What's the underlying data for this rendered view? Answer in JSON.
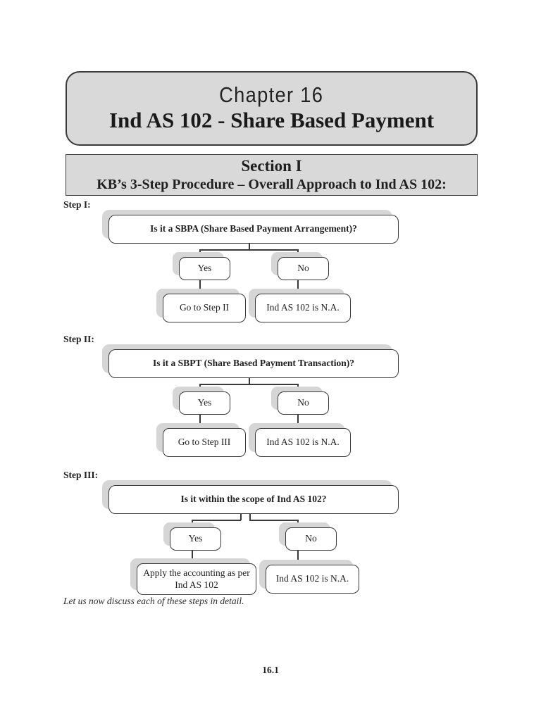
{
  "document": {
    "chapter": {
      "label": "Chapter 16",
      "title": "Ind AS 102 - Share Based Payment"
    },
    "section": {
      "title": "Section I",
      "subtitle": "KB’s 3-Step Procedure – Overall Approach to Ind AS 102:"
    },
    "steps": [
      {
        "label": "Step I:",
        "question": "Is it a SBPA (Share Based Payment Arrangement)?",
        "yes_label": "Yes",
        "no_label": "No",
        "yes_result": "Go to Step II",
        "no_result": "Ind AS 102 is N.A."
      },
      {
        "label": "Step II:",
        "question": "Is it a SBPT (Share Based Payment Transaction)?",
        "yes_label": "Yes",
        "no_label": "No",
        "yes_result": "Go to Step III",
        "no_result": "Ind AS 102 is N.A."
      },
      {
        "label": "Step III:",
        "question": "Is it within the scope of Ind AS 102?",
        "yes_label": "Yes",
        "no_label": "No",
        "yes_result": "Apply the accounting as per Ind AS 102",
        "no_result": "Ind AS 102 is N.A."
      }
    ],
    "closing_note": "Let us now discuss each of these steps in detail.",
    "page_number": "16.1"
  },
  "colors": {
    "page_background": "#ffffff",
    "header_fill": "#d9d9d9",
    "box_fill": "#ffffff",
    "border": "#3a3a3a",
    "shadow": "#d6d6d6",
    "text": "#1f1f1f"
  }
}
